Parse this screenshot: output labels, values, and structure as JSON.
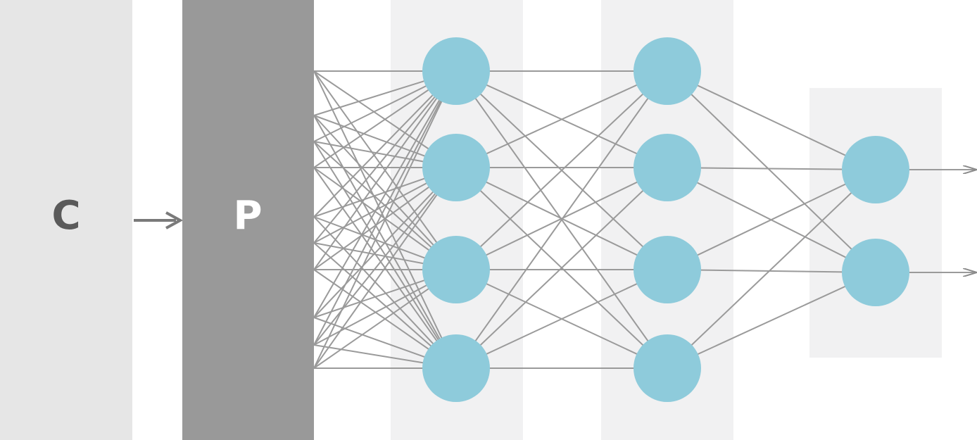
{
  "blocks": {
    "c": {
      "label": "C"
    },
    "p": {
      "label": "P"
    }
  },
  "network": {
    "layers": [
      {
        "id": "hidden-1",
        "nodes": 4
      },
      {
        "id": "hidden-2",
        "nodes": 4
      },
      {
        "id": "output",
        "nodes": 2
      }
    ],
    "outputs": 2
  },
  "colors": {
    "c_block": "#e6e6e6",
    "p_block": "#999999",
    "layer_panel": "#f1f1f2",
    "node": "#8ecbdb",
    "edge": "#9a9a9a",
    "label_c": "#5a5a5a",
    "label_p": "#ffffff",
    "arrow": "#7a7a7a"
  }
}
